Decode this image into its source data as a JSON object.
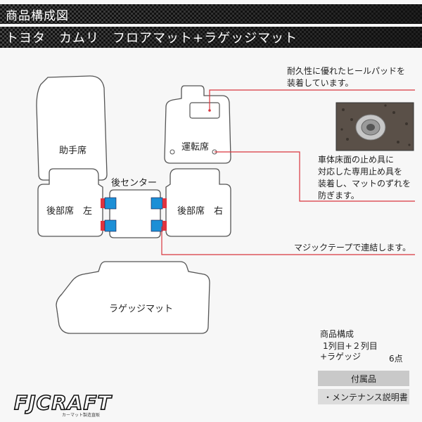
{
  "header": {
    "title": "商品構成図",
    "subtitle": "トヨタ　カムリ　フロアマット+ラゲッジマット"
  },
  "mats": {
    "passenger": "助手席",
    "driver": "運転席",
    "rear_center": "後センター",
    "rear_left": "後部席　左",
    "rear_right": "後部席　右",
    "luggage": "ラゲッジマット"
  },
  "notes": {
    "heel_pad": "耐久性に優れたヒールパッドを\n装着しています。",
    "fastener": "車体床面の止め具に\n対応した専用止め具を\n装着し、マットのずれを\n防ぎます。",
    "velcro": "マジックテープで連結します。"
  },
  "composition": {
    "title": "商品構成",
    "line1": "1列目+２列目",
    "line2": "+ラゲッジ",
    "count": "6点"
  },
  "accessories": {
    "header": "付属品",
    "item": "・メンテナンス説明書"
  },
  "logo": {
    "text": "FJCRAFT",
    "tagline": "カーマット製造直販"
  },
  "colors": {
    "leader_line": "#d9363e",
    "velcro_blue": "#1d8fd6",
    "velcro_red": "#e0333f",
    "mat_outline": "#555555"
  }
}
